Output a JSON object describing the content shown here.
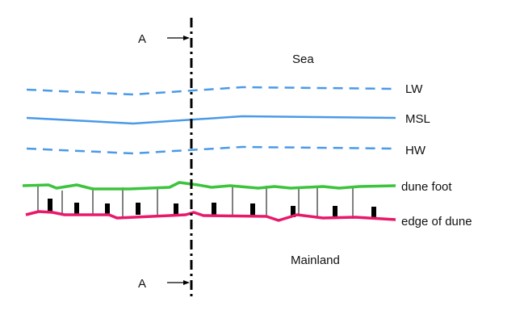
{
  "section_marker": {
    "top": "A",
    "bottom": "A"
  },
  "regions": {
    "sea": "Sea",
    "mainland": "Mainland"
  },
  "lines": {
    "lw": {
      "label": "LW",
      "color": "#4a9ae8",
      "style": "dashed"
    },
    "msl": {
      "label": "MSL",
      "color": "#4a9ae8",
      "style": "solid"
    },
    "hw": {
      "label": "HW",
      "color": "#4a9ae8",
      "style": "dashed"
    },
    "dune_foot": {
      "label": "dune foot",
      "color": "#3cc43c"
    },
    "edge_of_dune": {
      "label": "edge of dune",
      "color": "#e8186a"
    }
  }
}
